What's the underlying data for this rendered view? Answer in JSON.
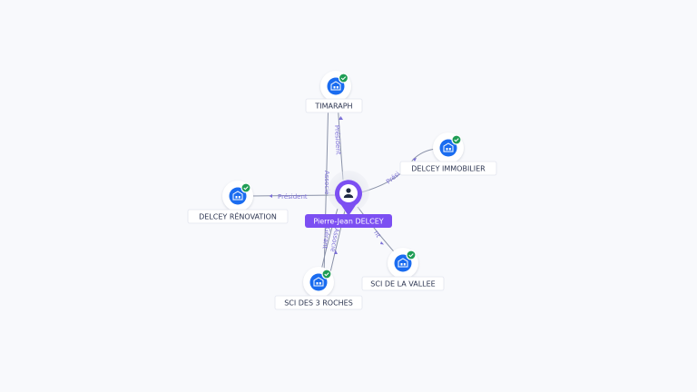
{
  "center": {
    "name": "Pierre-Jean DELCEY",
    "icon": "person-icon"
  },
  "companies": [
    {
      "id": "timaraph",
      "name": "TIMARAPH",
      "icon": "building-icon",
      "verified": true
    },
    {
      "id": "delcey-immobilier",
      "name": "DELCEY IMMOBILIER",
      "icon": "building-icon",
      "verified": true
    },
    {
      "id": "delcey-renovation",
      "name": "DELCEY RÉNOVATION",
      "icon": "building-icon",
      "verified": true
    },
    {
      "id": "sci-de-la-vallee",
      "name": "SCI DE LA VALLEE",
      "icon": "building-icon",
      "verified": true
    },
    {
      "id": "sci-des-3-roches",
      "name": "SCI DES 3 ROCHES",
      "icon": "building-icon",
      "verified": true
    }
  ],
  "edges": [
    {
      "to": "timaraph",
      "label": "Président"
    },
    {
      "to": "delcey-immobilier",
      "label": "Prési"
    },
    {
      "to": "delcey-renovation",
      "label": "Président"
    },
    {
      "to": "sci-de-la-vallee",
      "label": "nt"
    },
    {
      "to": "sci-des-3-roches",
      "label": "Associé"
    },
    {
      "to": "sci-des-3-roches",
      "label": "Gérant"
    },
    {
      "to": "sci-des-3-roches",
      "label": "Associé"
    }
  ],
  "colors": {
    "center_pin": "#7c4ff2",
    "company_icon": "#1a6cf0",
    "verified_badge": "#1f9d55",
    "edge_label": "#7b6fd6"
  }
}
